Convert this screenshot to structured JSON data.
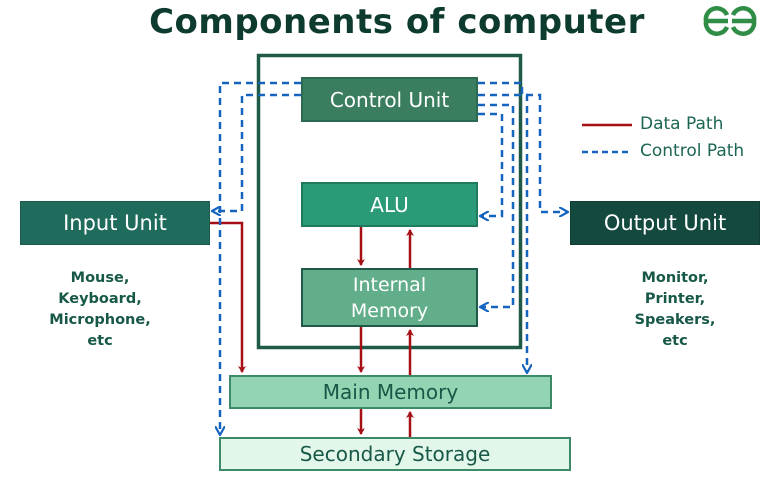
{
  "title": "Components of computer",
  "logo": {
    "icon": "gfg-logo-icon",
    "color": "#2f8d46"
  },
  "cpu": {
    "control_unit": "Control Unit",
    "alu": "ALU",
    "internal_memory_line1": "Internal",
    "internal_memory_line2": "Memory"
  },
  "input_unit": {
    "label": "Input Unit",
    "devices": [
      "Mouse,",
      "Keyboard,",
      "Microphone,",
      "etc"
    ]
  },
  "output_unit": {
    "label": "Output Unit",
    "devices": [
      "Monitor,",
      "Printer,",
      "Speakers,",
      "etc"
    ]
  },
  "main_memory": "Main Memory",
  "secondary_storage": "Secondary Storage",
  "legend": {
    "data_path": {
      "label": "Data Path",
      "color": "#a50f15",
      "style": "solid"
    },
    "control_path": {
      "label": "Control Path",
      "color": "#1565c0",
      "style": "dashed"
    }
  },
  "colors": {
    "cpu_border": "#1f5a48",
    "title": "#0e3b30"
  }
}
